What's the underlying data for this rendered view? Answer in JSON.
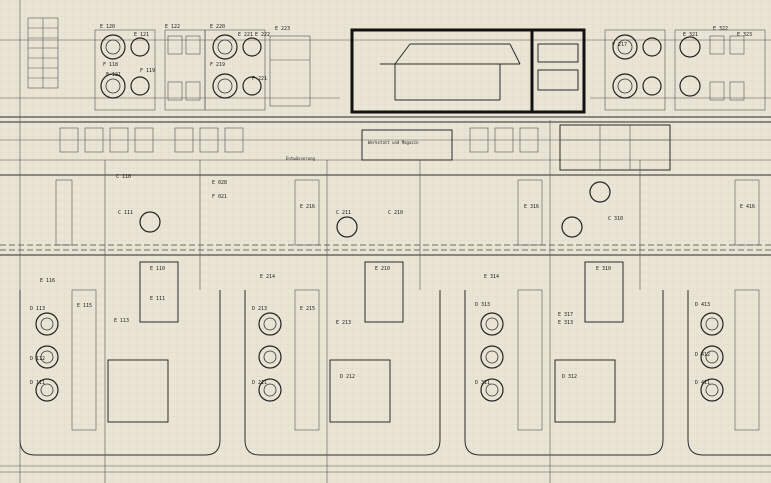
{
  "labels": {
    "e120": "E 120",
    "e121": "E 121",
    "e122": "E 122",
    "e220": "E 220",
    "e221": "E 221",
    "e222": "E 222",
    "e223": "E 223",
    "e321": "E 321",
    "e322": "E 322",
    "e323": "E 323",
    "f118": "F 118",
    "f119": "F 119",
    "f121": "F 121",
    "f219": "F 219",
    "f221": "F 221",
    "f217": "F 217",
    "f021": "F 021",
    "d111": "D 111",
    "d112": "D 112",
    "d113": "D 113",
    "d211": "D 211",
    "d212": "D 212",
    "d213": "D 213",
    "d311": "D 311",
    "d312": "D 312",
    "d313": "D 313",
    "d411": "D 411",
    "d412": "D 412",
    "d413": "D 413",
    "e110": "E 110",
    "e111": "E 111",
    "e113": "E 113",
    "e115": "E 115",
    "e116": "E 116",
    "e210": "E 210",
    "e213": "E 213",
    "e214": "E 214",
    "e215": "E 215",
    "e216": "E 216",
    "e310": "E 310",
    "e313": "E 313",
    "e314": "E 314",
    "e316": "E 316",
    "e317": "E 317",
    "e416": "E 416",
    "c110": "C 110",
    "c111": "C 111",
    "c210": "C 210",
    "c211": "C 211",
    "c310": "C 310",
    "e028": "E 028",
    "werkstatt": "Werkstatt und Magazin",
    "entwaesserung": "Entwässerung"
  }
}
